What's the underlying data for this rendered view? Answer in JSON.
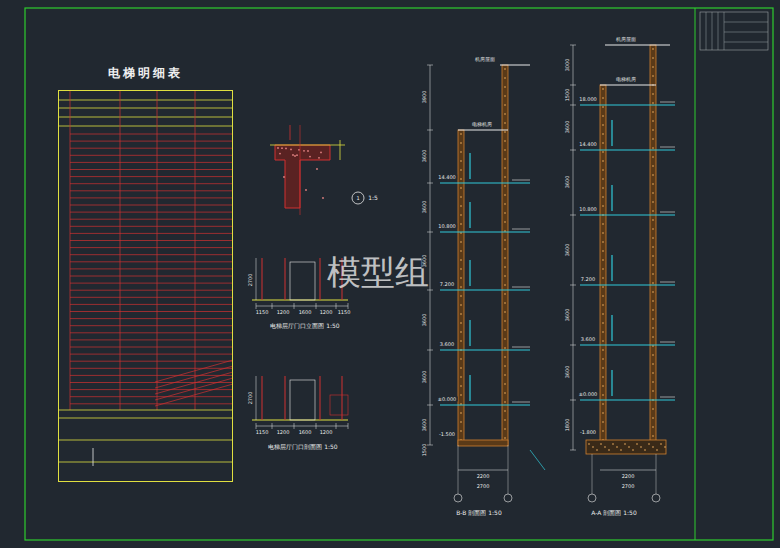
{
  "diagram": {
    "nodes": [
      {
        "text": [
          "电梯明细表"
        ]
      }
    ],
    "labels": [
      "模型组",
      "1",
      "1:5",
      "1150",
      "1200",
      "1600",
      "1200",
      "1150",
      "2700",
      "电梯层厅门口立面图 1:50",
      "1150",
      "1200",
      "1600",
      "1200",
      "2700",
      "电梯层厅门口剖面图 1:50",
      "B-B 剖面图 1:50",
      "A-A 剖面图 1:50",
      "机房屋面",
      "电梯机房",
      "14.400",
      "10.800",
      "7.200",
      "3.600",
      "±0.000",
      "-1.500",
      "3900",
      "3600",
      "3600",
      "3600",
      "3600",
      "3600",
      "3600",
      "1500",
      "2200",
      "2700",
      "机房屋面",
      "电梯机房",
      "18.000",
      "14.400",
      "10.800",
      "7.200",
      "3.600",
      "±0.000",
      "-1.800",
      "3000",
      "1500",
      "3600",
      "3600",
      "3600",
      "3600",
      "3600",
      "1800",
      "2200",
      "2700"
    ]
  }
}
